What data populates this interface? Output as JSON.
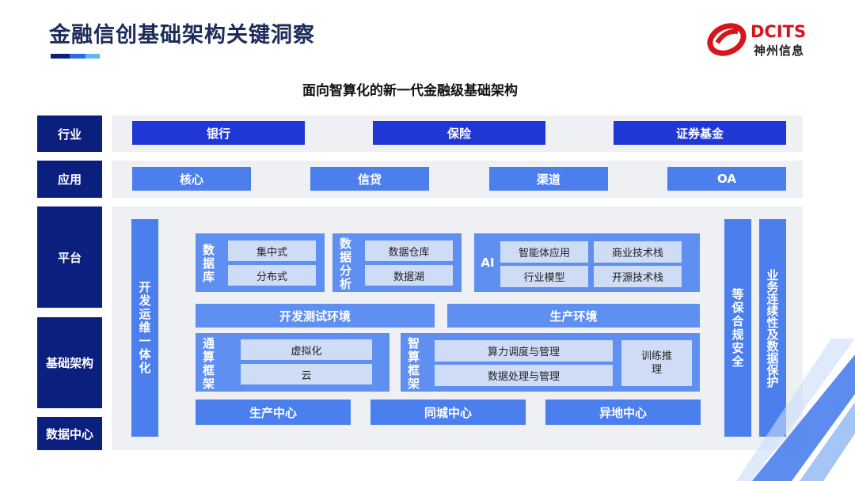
{
  "header": {
    "title": "金融信创基础架构关键洞察",
    "logo_brand": "DCITS",
    "logo_sub": "神州信息"
  },
  "subtitle": "面向智算化的新一代金融级基础架构",
  "colors": {
    "navy": "#0b1f7e",
    "dark_blue": "#1f37d4",
    "mid_blue": "#4a7fed",
    "light_blue": "#cfdcf6",
    "panel_gray": "#eef0f4",
    "logo_red": "#d7141c"
  },
  "layers": {
    "industry": "行业",
    "application": "应用",
    "platform": "平台",
    "infrastructure": "基础架构",
    "datacenter": "数据中心"
  },
  "industry_items": [
    "银行",
    "保险",
    "证券基金"
  ],
  "application_items": [
    "核心",
    "信贷",
    "渠道",
    "OA"
  ],
  "platform": {
    "devops": "开发运维一体化",
    "database": {
      "label": "数据库",
      "items": [
        "集中式",
        "分布式"
      ]
    },
    "analytics": {
      "label": "数据分析",
      "items": [
        "数据仓库",
        "数据湖"
      ]
    },
    "ai": {
      "label": "AI",
      "items": [
        "智能体应用",
        "商业技术栈",
        "行业模型",
        "开源技术栈"
      ]
    },
    "dev_env": "开发测试环境",
    "prod_env": "生产环境",
    "general_compute": {
      "label": "通算框架",
      "items": [
        "虚拟化",
        "云"
      ]
    },
    "smart_compute": {
      "label": "智算框架",
      "items": [
        "算力调度与管理",
        "数据处理与管理",
        "训练推理"
      ]
    },
    "datacenters": [
      "生产中心",
      "同城中心",
      "异地中心"
    ],
    "security": "等保合规安全",
    "continuity": "业务连续性及数据保护"
  }
}
